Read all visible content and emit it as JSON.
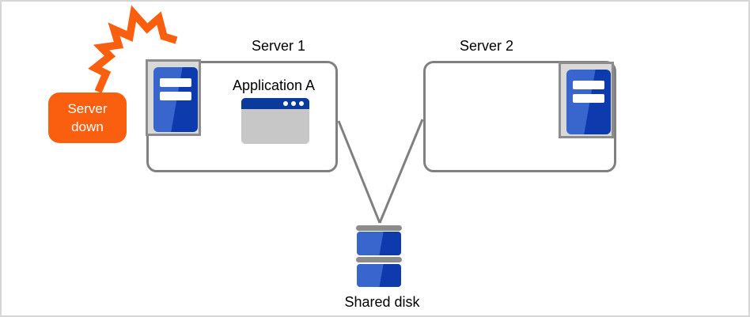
{
  "diagram": {
    "title_context": "two-server cluster with shared disk, server 1 down",
    "alert": {
      "line1": "Server",
      "line2": "down"
    },
    "server1": {
      "label": "Server 1",
      "application_label": "Application A"
    },
    "server2": {
      "label": "Server 2"
    },
    "shared_disk": {
      "label": "Shared disk"
    },
    "icons": {
      "lightning": "explosion-zigzag",
      "server1_icon": "server-tower",
      "server2_icon": "server-tower",
      "application_icon": "application-window",
      "shared_disk_icon": "disk-stack"
    },
    "colors": {
      "orange": "#FA5F0F",
      "blue_light": "#3866CC",
      "blue_dark": "#0D3BAE",
      "titlebar_blue": "#0A3A9C",
      "border_gray": "#808080",
      "icon_bg_gray": "#D9D9D9",
      "window_body_gray": "#C7C7C7",
      "disk_bar_gray": "#8C8C8C",
      "frame_gray": "#D6D6D6"
    }
  }
}
